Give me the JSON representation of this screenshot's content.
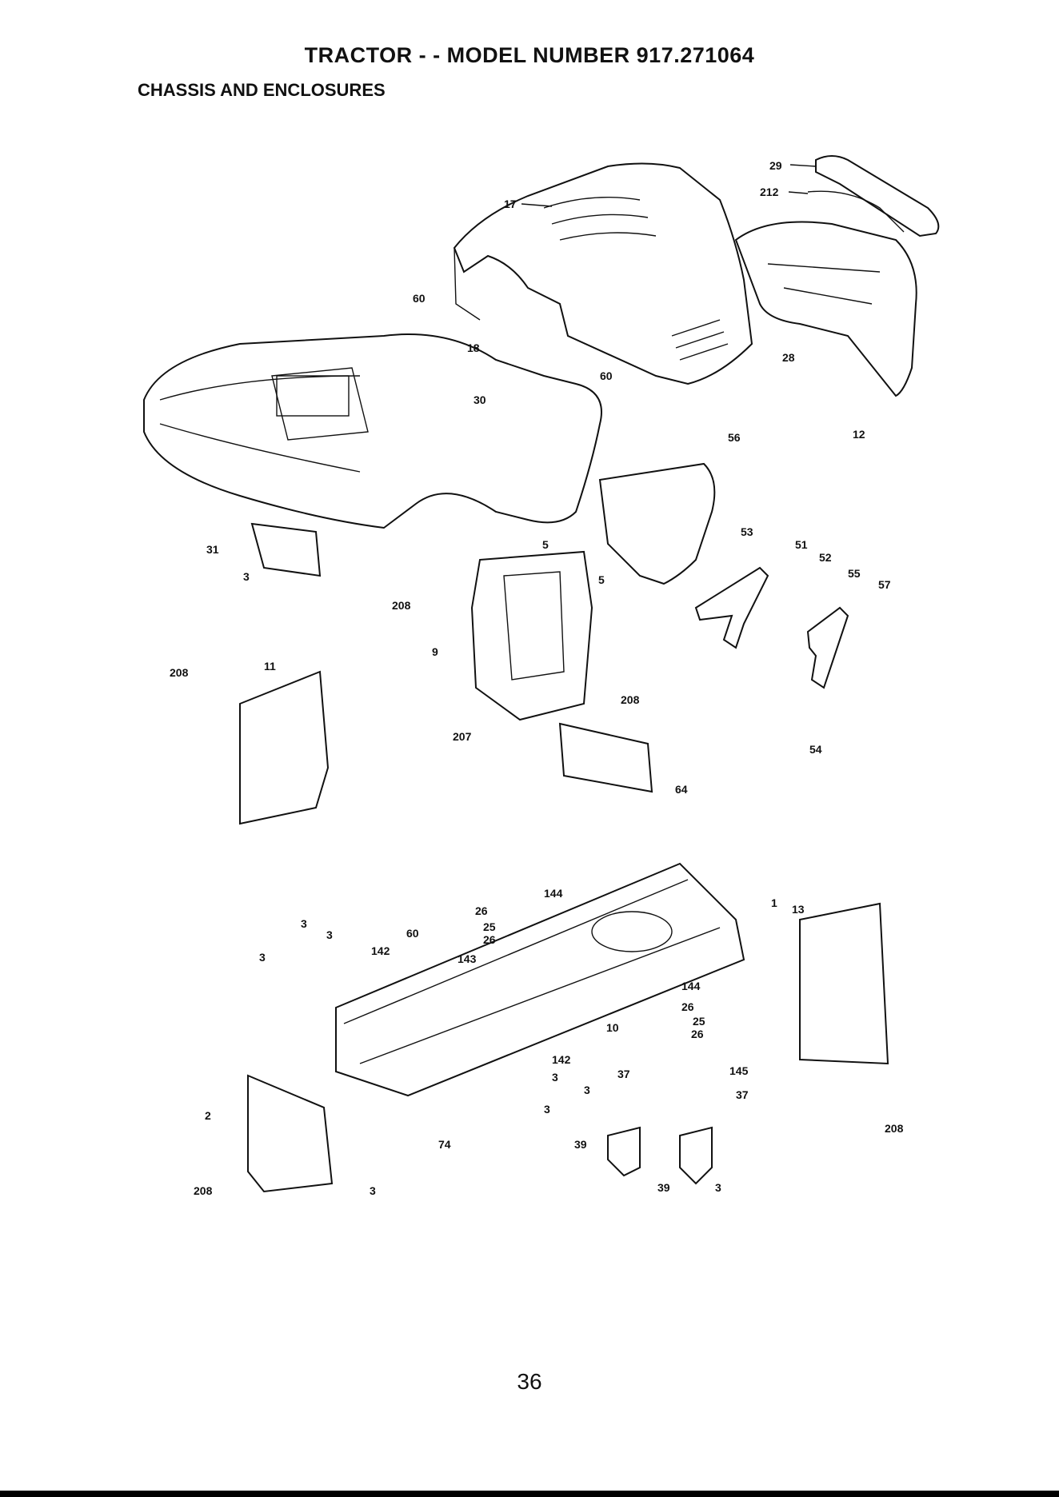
{
  "header": {
    "title": "TRACTOR - - MODEL NUMBER 917.271064",
    "section": "CHASSIS AND ENCLOSURES"
  },
  "page_number": "36",
  "callouts": {
    "c29": "29",
    "c212": "212",
    "c17": "17",
    "c60a": "60",
    "c18": "18",
    "c60b": "60",
    "c30": "30",
    "c28": "28",
    "c12": "12",
    "c56": "56",
    "c31": "31",
    "c3a": "3",
    "c5a": "5",
    "c5b": "5",
    "c208a": "208",
    "c9": "9",
    "c53": "53",
    "c51": "51",
    "c52": "52",
    "c55": "55",
    "c57": "57",
    "c208b": "208",
    "c11": "11",
    "c208c": "208",
    "c207": "207",
    "c54": "54",
    "c64": "64",
    "c1": "1",
    "c13": "13",
    "c144a": "144",
    "c26a": "26",
    "c25a": "25",
    "c26b": "26",
    "c3b": "3",
    "c3c": "3",
    "c3d": "3",
    "c142a": "142",
    "c60c": "60",
    "c143": "143",
    "c144b": "144",
    "c26c": "26",
    "c10": "10",
    "c25b": "25",
    "c26d": "26",
    "c142b": "142",
    "c3e": "3",
    "c3f": "3",
    "c3g": "3",
    "c37a": "37",
    "c145": "145",
    "c37b": "37",
    "c2": "2",
    "c74": "74",
    "c208d": "208",
    "c3h": "3",
    "c208e": "208",
    "c39a": "39",
    "c39b": "39",
    "c3i": "3"
  }
}
